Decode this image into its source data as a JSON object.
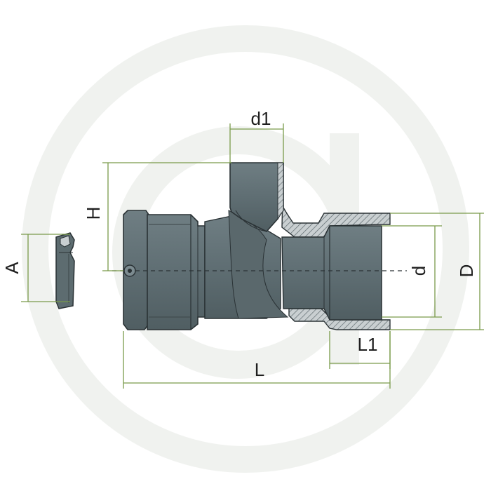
{
  "dimensions": {
    "A": "A",
    "H": "H",
    "d1": "d1",
    "d": "d",
    "D": "D",
    "L": "L",
    "L1": "L1"
  },
  "colors": {
    "body": "#627176",
    "body_dark": "#4c5a5e",
    "body_light": "#7c8b90",
    "outline": "#2a3235",
    "hatch_bg": "#c9cfd1",
    "hatch": "#5e6a6e",
    "dimension_line": "#7a9a4a",
    "watermark": "#f0f2f0"
  },
  "icons": [
    "watermark-logo",
    "coupling-clip-icon"
  ]
}
